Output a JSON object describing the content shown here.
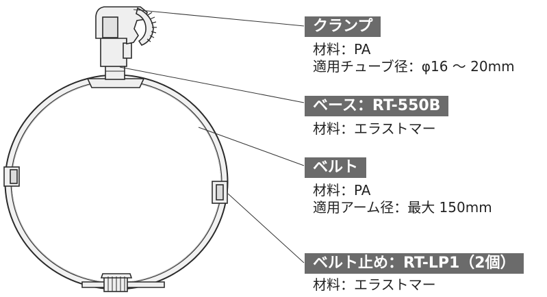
{
  "colors": {
    "label_bg": "#6b6b6b",
    "label_text": "#ffffff",
    "body_text": "#222222",
    "part_fill": "#efefef",
    "part_stroke": "#2a2a2a",
    "leader": "#333333"
  },
  "callouts": [
    {
      "id": "clamp",
      "title": "クランプ",
      "lines": [
        "材料：PA",
        "適用チューブ径：φ16 〜 20mm"
      ]
    },
    {
      "id": "base",
      "title": "ベース：RT-550B",
      "lines": [
        "材料：エラストマー"
      ]
    },
    {
      "id": "belt",
      "title": "ベルト",
      "lines": [
        "材料：PA",
        "適用アーム径：最大 150mm"
      ]
    },
    {
      "id": "belt-stopper",
      "title": "ベルト止め：RT-LP1（2個）",
      "lines": [
        "材料：エラストマー"
      ]
    }
  ]
}
